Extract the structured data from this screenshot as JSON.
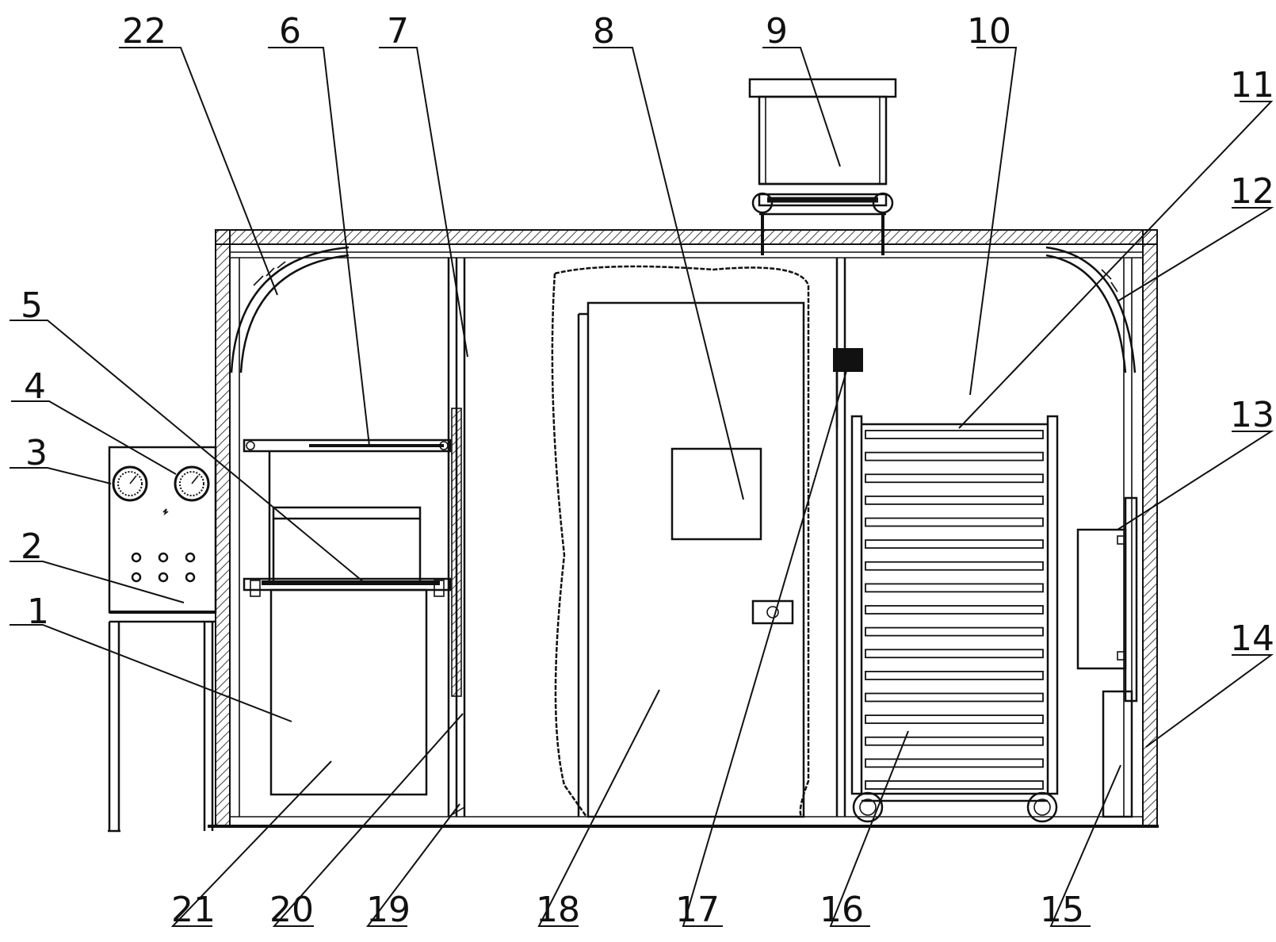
{
  "labels": {
    "n1": "1",
    "n2": "2",
    "n3": "3",
    "n4": "4",
    "n5": "5",
    "n6": "6",
    "n7": "7",
    "n8": "8",
    "n9": "9",
    "n10": "10",
    "n11": "11",
    "n12": "12",
    "n13": "13",
    "n14": "14",
    "n15": "15",
    "n16": "16",
    "n17": "17",
    "n18": "18",
    "n19": "19",
    "n20": "20",
    "n21": "21",
    "n22": "22"
  },
  "colors": {
    "line": "#111111",
    "background": "#ffffff"
  }
}
